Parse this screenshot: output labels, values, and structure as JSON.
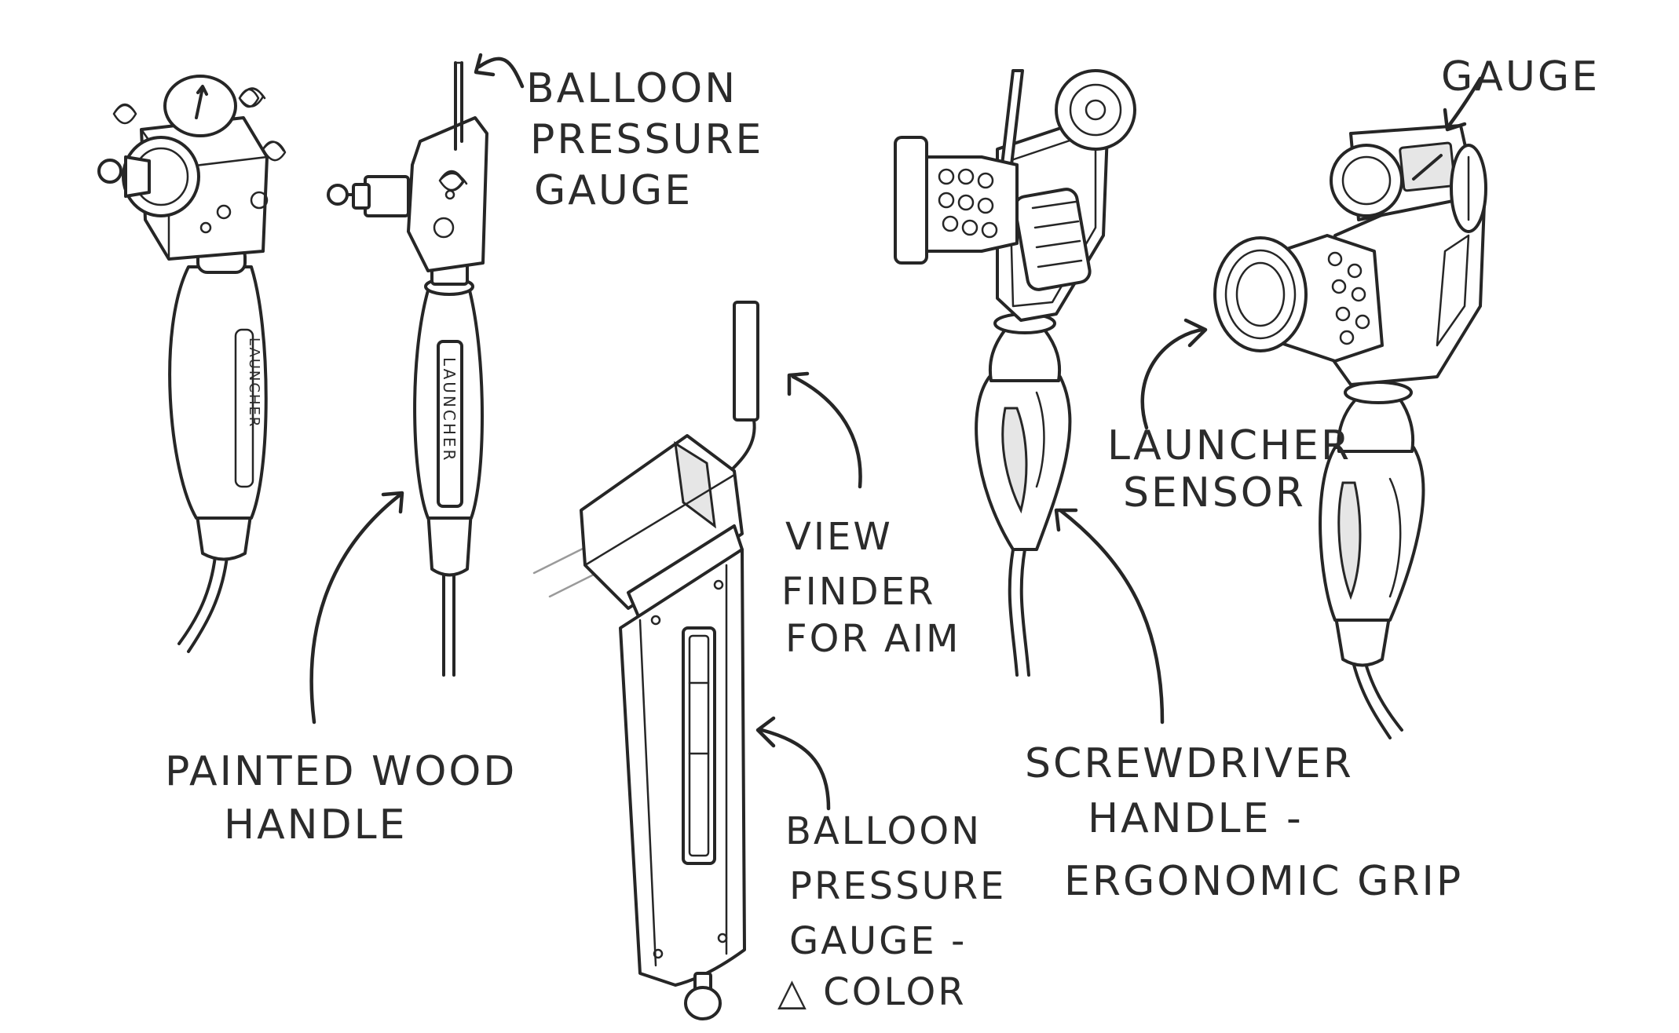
{
  "labels": {
    "balloon_pressure_gauge_top": [
      "BALLOON",
      "PRESSURE",
      "GAUGE"
    ],
    "gauge": "GAUGE",
    "launcher_sensor": [
      "LAUNCHER",
      "SENSOR"
    ],
    "view_finder": [
      "VIEW",
      "FINDER",
      "FOR AIM"
    ],
    "painted_wood_handle": [
      "PAINTED WOOD",
      "HANDLE"
    ],
    "screwdriver_handle": [
      "SCREWDRIVER",
      "HANDLE -",
      "ERGONOMIC GRIP"
    ],
    "balloon_pressure_gauge_bottom": [
      "BALLOON",
      "PRESSURE",
      "GAUGE -",
      "△ COLOR"
    ]
  },
  "handle_text": "LAUNCHER",
  "colors": {
    "ink": "#262626",
    "paper": "#ffffff",
    "shade": "#e6e6e6"
  }
}
